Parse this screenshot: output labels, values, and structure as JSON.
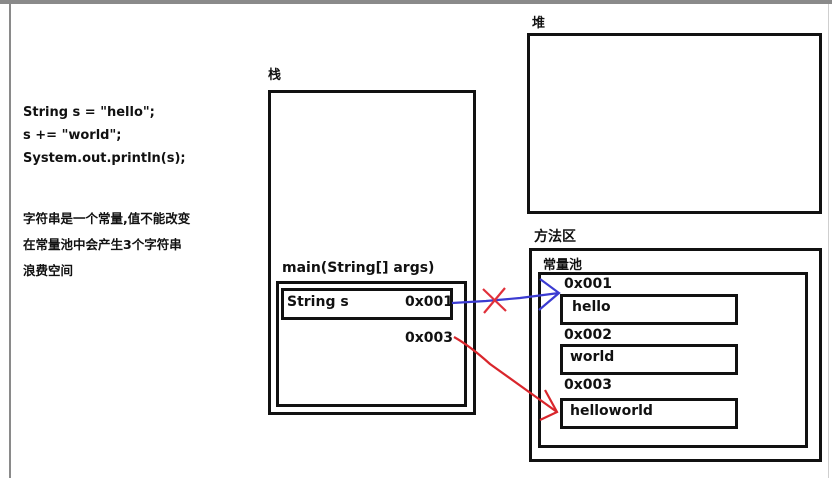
{
  "code": {
    "lines": [
      "String s = \"hello\";",
      "s += \"world\";",
      "System.out.println(s);"
    ]
  },
  "notes": {
    "lines": [
      "字符串是一个常量,值不能改变",
      "在常量池中会产生3个字符串",
      "浪费空间"
    ]
  },
  "stack": {
    "title": "栈",
    "frame_title": "main(String[] args)",
    "var_name": "String s",
    "old_ref": "0x001",
    "new_ref": "0x003"
  },
  "heap": {
    "title": "堆"
  },
  "method_area": {
    "title": "方法区",
    "pool_title": "常量池",
    "entries": [
      {
        "addr": "0x001",
        "value": "hello"
      },
      {
        "addr": "0x002",
        "value": "world"
      },
      {
        "addr": "0x003",
        "value": "helloworld"
      }
    ]
  },
  "arrows": {
    "old_color": "#3b3bd1",
    "new_color": "#d9262c",
    "cross_color": "#e0303a"
  }
}
